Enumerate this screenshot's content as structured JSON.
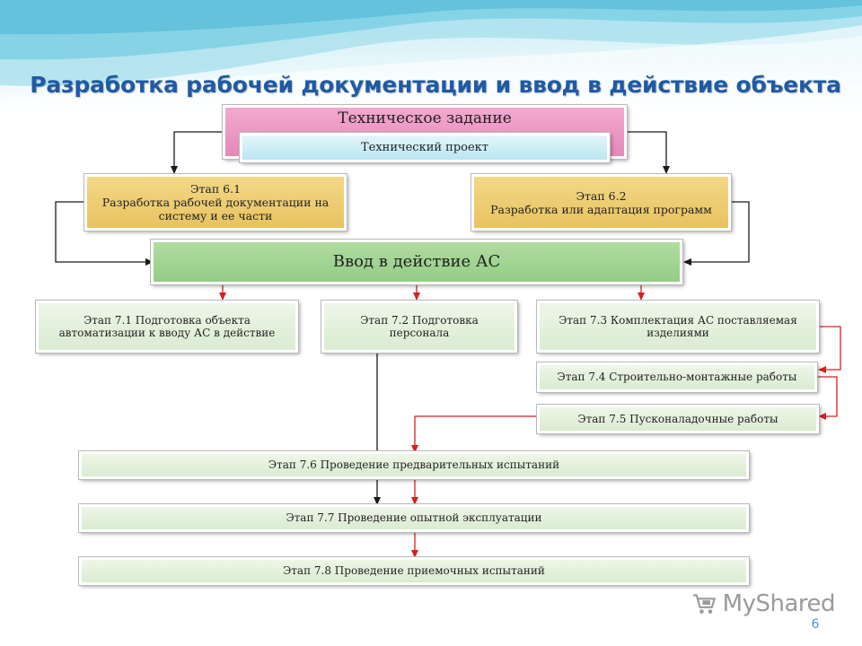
{
  "title": "Разработка рабочей документации и ввод в действие объекта",
  "nodes": {
    "tz": "Техническое задание",
    "tp": "Технический проект",
    "s61_a": "Этап 6.1",
    "s61_b": "Разработка рабочей документации на систему и ее части",
    "s62_a": "Этап 6.2",
    "s62_b": "Разработка или адаптация программ",
    "s7": "Ввод в действие АС",
    "s71": "Этап 7.1 Подготовка объекта автоматизации к вводу АС в действие",
    "s72": "Этап 7.2 Подготовка персонала",
    "s73": "Этап 7.3 Комплектация АС поставляемая изделиями",
    "s74": "Этап 7.4 Строительно-монтажные работы",
    "s75": "Этап 7.5 Пусконаладочные работы",
    "s76": "Этап 7.6 Проведение предварительных испытаний",
    "s77": "Этап 7.7 Проведение опытной эксплуатации",
    "s78": "Этап 7.8 Проведение приемочных испытаний"
  },
  "colors": {
    "connector_dark": "#1a1a1a",
    "connector_red": "#d42020",
    "title": "#1e5aa6"
  },
  "footer": {
    "logo": "MyShared",
    "logo_icon": "mouse-cart-icon",
    "page_number": "6"
  }
}
